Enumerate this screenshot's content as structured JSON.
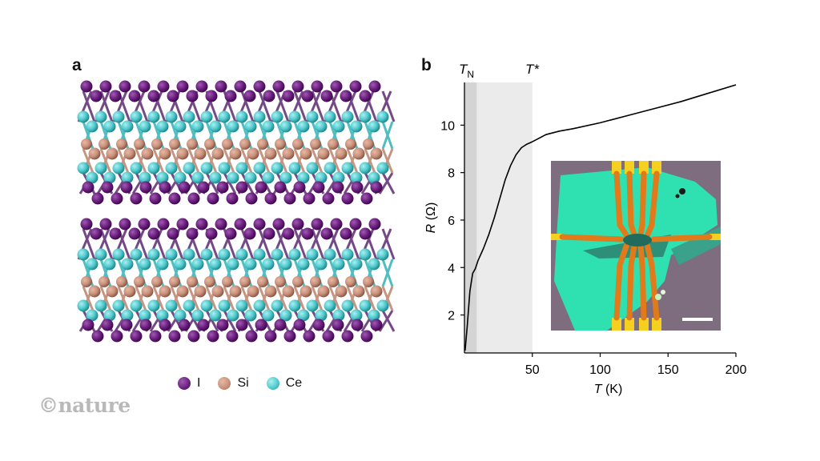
{
  "panel_a": {
    "label": "a",
    "legend": [
      {
        "label": "I",
        "color": "#6b1f7f"
      },
      {
        "label": "Si",
        "color": "#c9907a"
      },
      {
        "label": "Ce",
        "color": "#4ec8cc"
      }
    ]
  },
  "panel_b": {
    "label": "b",
    "annotations": {
      "tn_main": "T",
      "tn_sub": "N",
      "tstar": "T*"
    },
    "colors": {
      "shade_light": "#ebebeb",
      "shade_dark": "#d4d4d4",
      "curve": "#000000"
    }
  },
  "chart_data": {
    "type": "line",
    "title": "",
    "xlabel": "T (K)",
    "ylabel": "R (Ω)",
    "xlim": [
      0,
      200
    ],
    "ylim": [
      0.4,
      11.8
    ],
    "xticks": [
      50,
      100,
      150,
      200
    ],
    "yticks": [
      2,
      4,
      6,
      8,
      10
    ],
    "shaded_regions": [
      {
        "from": 0,
        "to": 9,
        "label": "T_N"
      },
      {
        "from": 0,
        "to": 50,
        "label": "T*"
      }
    ],
    "series": [
      {
        "x": [
          0.5,
          2,
          4,
          6,
          7,
          8,
          10,
          14,
          18,
          22,
          26,
          30,
          34,
          38,
          42,
          46,
          50,
          55,
          60,
          70,
          80,
          100,
          120,
          140,
          160,
          180,
          200
        ],
        "y": [
          0.5,
          1.5,
          3.0,
          3.75,
          3.85,
          3.95,
          4.3,
          4.8,
          5.4,
          6.1,
          6.9,
          7.7,
          8.3,
          8.75,
          9.05,
          9.2,
          9.3,
          9.45,
          9.6,
          9.75,
          9.85,
          10.1,
          10.4,
          10.7,
          11.0,
          11.35,
          11.7
        ]
      }
    ]
  },
  "logo": {
    "text": "©nature"
  }
}
